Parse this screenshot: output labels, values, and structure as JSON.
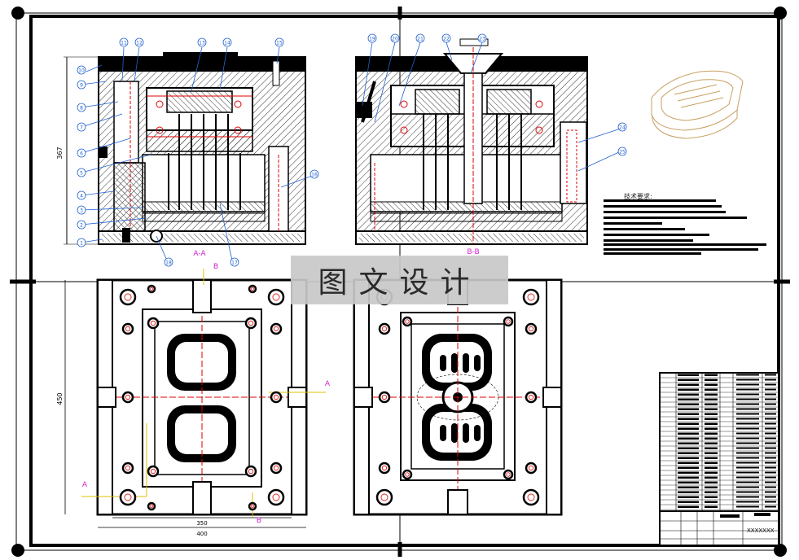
{
  "watermark": "图文设计",
  "tech_requirements_title": "技术要求:",
  "section_labels": {
    "aa": "A-A",
    "bb": "B-B"
  },
  "cut_letters": {
    "a": "A",
    "b": "B"
  },
  "dimensions": {
    "height": "367",
    "depth": "450",
    "width_inner": "350",
    "width_outer": "400"
  },
  "balloons_left": [
    "11",
    "12",
    "13",
    "14",
    "15",
    "16",
    "17",
    "18"
  ],
  "balloons_right": [
    "19",
    "20",
    "21",
    "22",
    "23",
    "24",
    "25"
  ],
  "balloons_side": [
    "10",
    "9",
    "8",
    "7",
    "6",
    "5",
    "4",
    "3",
    "2",
    "1"
  ],
  "drawing_number": "XXXXXXX",
  "colors": {
    "line": "#000000",
    "hatch": "#333333",
    "balloon": "#2060d0",
    "section": "#d020d0",
    "cut": "#e0c000",
    "red": "#e00000"
  }
}
